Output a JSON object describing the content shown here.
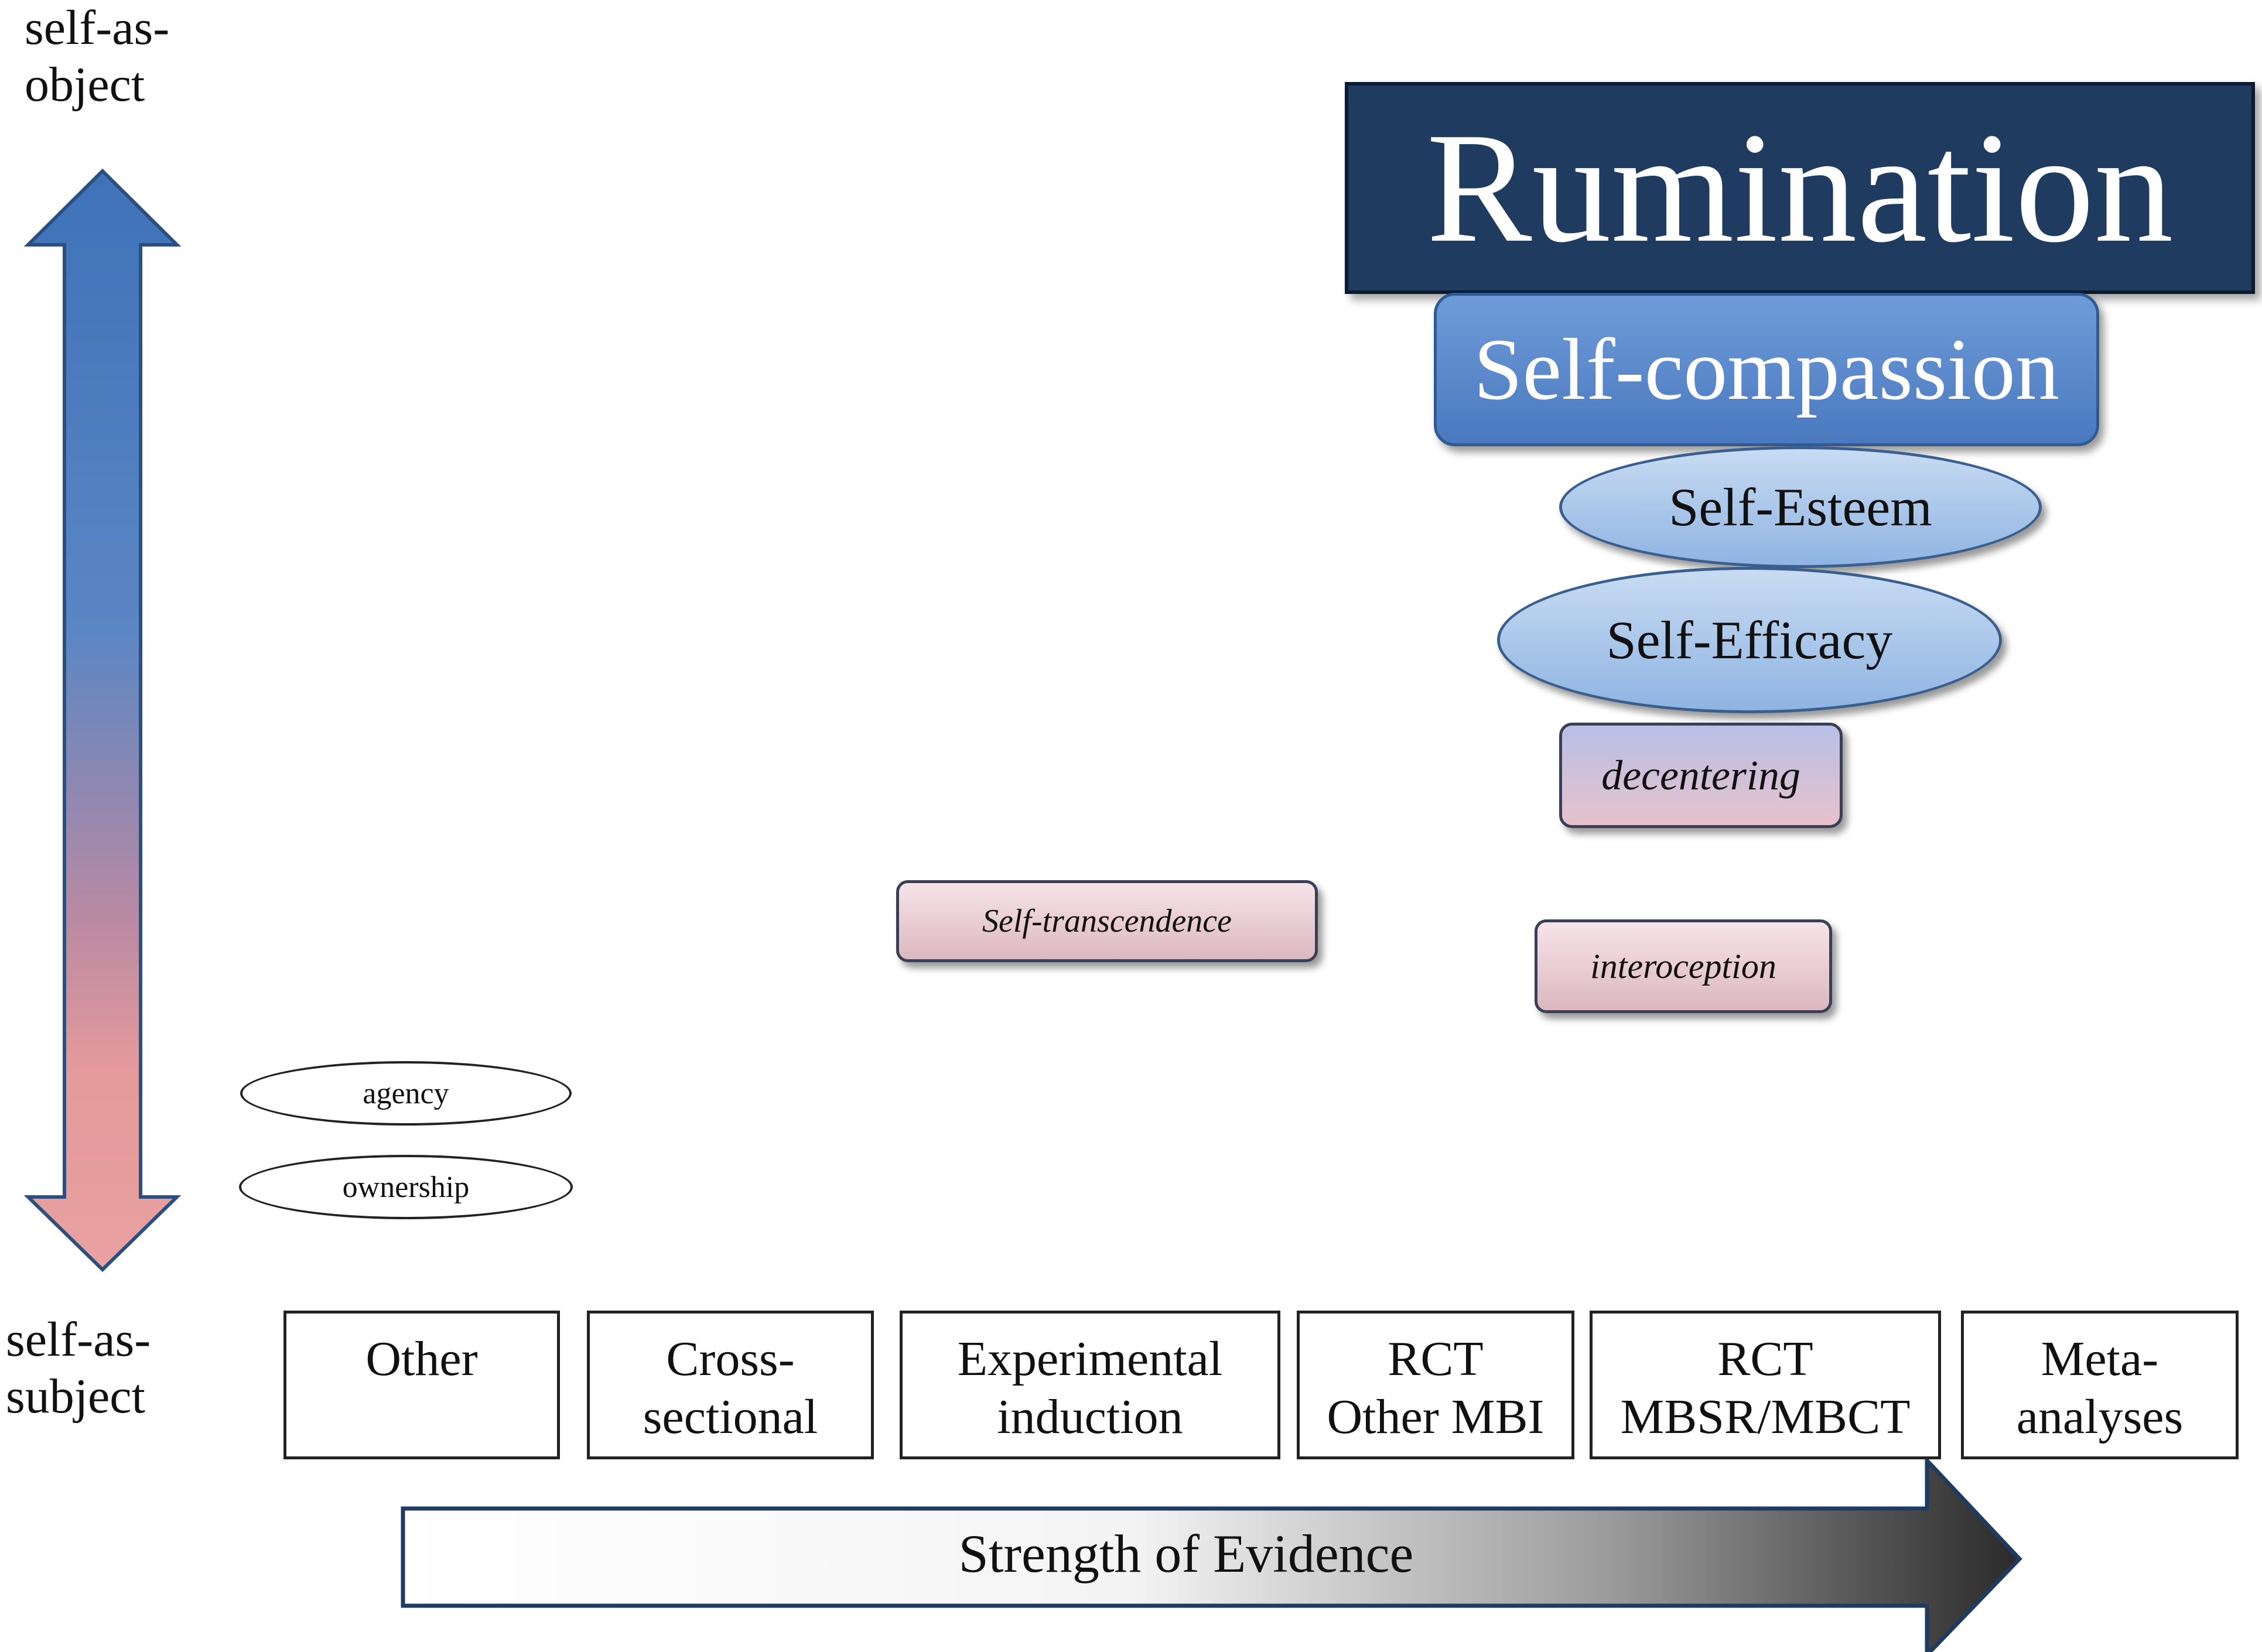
{
  "axis": {
    "top_label": "self-as-\nobject",
    "bottom_label": "self-as-\nsubject",
    "colors": {
      "top": "#4a7cc0",
      "bottom": "#e8a0a0"
    }
  },
  "constructs": {
    "rumination": "Rumination",
    "self_compassion": "Self-compassion",
    "self_esteem": "Self-Esteem",
    "self_efficacy": "Self-Efficacy",
    "decentering": "decentering",
    "self_transcendence": "Self-transcendence",
    "interoception": "interoception",
    "agency": "agency",
    "ownership": "ownership"
  },
  "evidence_categories": [
    "Other",
    "Cross-\nsectional",
    "Experimental\ninduction",
    "RCT\nOther MBI",
    "RCT\nMBSR/MBCT",
    "Meta-\nanalyses"
  ],
  "evidence_arrow": {
    "label": "Strength of Evidence",
    "colors": {
      "start": "#ffffff",
      "end": "#2a2a2a",
      "outline": "#1f3b60"
    }
  }
}
